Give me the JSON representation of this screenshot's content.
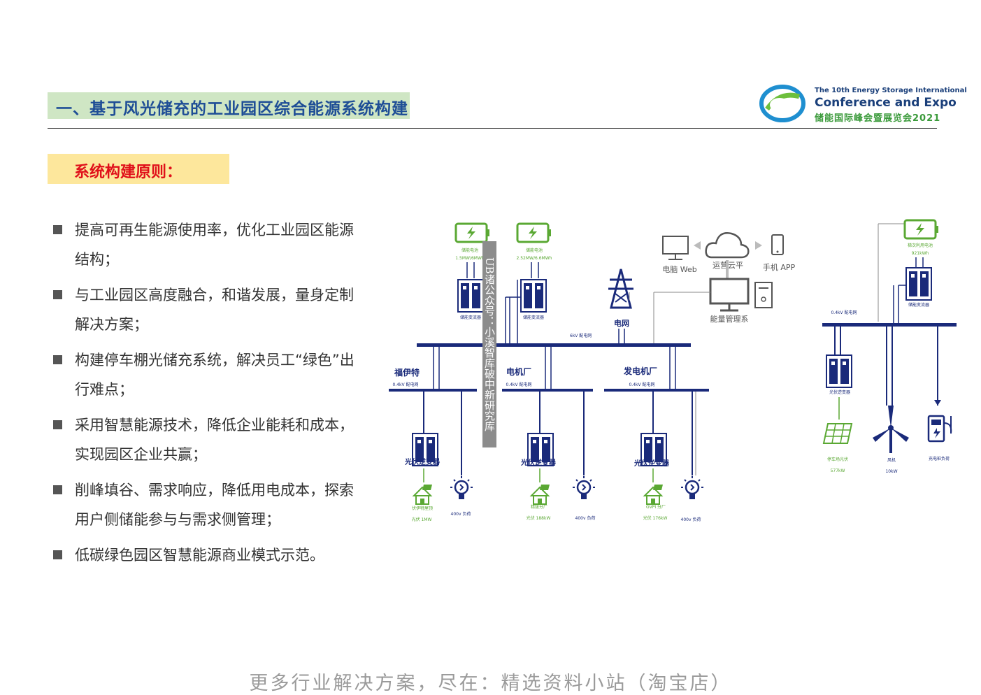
{
  "header": {
    "section_title": "一、基于风光储充的工业园区综合能源系统构建",
    "logo": {
      "line1": "The 10th Energy Storage International",
      "line2": "Conference and Expo",
      "line3": "储能国际峰会暨展览会2021"
    }
  },
  "subheading": "系统构建原则：",
  "bullets": [
    "提高可再生能源使用率，优化工业园区能源结构；",
    "与工业园区高度融合，和谐发展，量身定制解决方案；",
    "构建停车棚光储充系统，解决员工“绿色”出行难点；",
    "采用智慧能源技术，降低企业能耗和成本，实现园区企业共赢；",
    "削峰填谷、需求响应，降低用电成本，探索用户侧储能参与与需求侧管理；",
    "低碳绿色园区智慧能源商业模式示范。"
  ],
  "diagram": {
    "storage1_name": "储能电池",
    "storage1_cap": "1.5MW/6MWh",
    "storage2_name": "储能电池",
    "storage2_cap": "2.52MW/6.6MWh",
    "pcs1": "储能变流器",
    "pcs2": "储能变流器",
    "bus_6kv": "6kV 配电网",
    "grid": "电网",
    "pc_web": "电脑 Web",
    "cloud": "运营云平",
    "app": "手机 APP",
    "ems": "能量管理系",
    "sub1": "福伊特",
    "sub2": "电机厂",
    "sub3": "发电机厂",
    "bus_04_1": "0.4kV 配电网",
    "bus_04_2": "0.4kV 配电网",
    "bus_04_3": "0.4kV 配电网",
    "inv1": "光伏逆变器",
    "inv2": "光伏逆变器",
    "inv3": "光伏逆变器",
    "pv1_name": "伏伊特屋顶",
    "pv1_cap": "光伏 1MW",
    "pv2_name": "精拔分厂",
    "pv2_cap": "光伏 188kW",
    "pv3_name": "GVPI 分厂",
    "pv3_cap": "光伏 176kW",
    "load1": "400v 负荷",
    "load2": "400v 负荷",
    "load3": "400v 负荷",
    "r_storage_name": "梯次利用电池",
    "r_storage_cap": "921kWh",
    "r_pcs": "储能变流器",
    "r_bus": "0.4kV 配电网",
    "r_inv": "光伏逆变器",
    "r_pv_name": "停车场光伏",
    "r_pv_cap": "577kW",
    "r_wind_name": "风机",
    "r_wind_cap": "10kW",
    "r_charger": "充电桩负荷",
    "watermark": "UB诸公众号：小溪智库破中新研究库"
  },
  "footer": "更多行业解决方案，尽在：精选资料小站（淘宝店）",
  "colors": {
    "navy": "#1a2a7a",
    "green": "#5aa833",
    "section_bg": "#cfe6c4",
    "sub_bg": "#fde79c",
    "sub_text": "#e0101a"
  }
}
